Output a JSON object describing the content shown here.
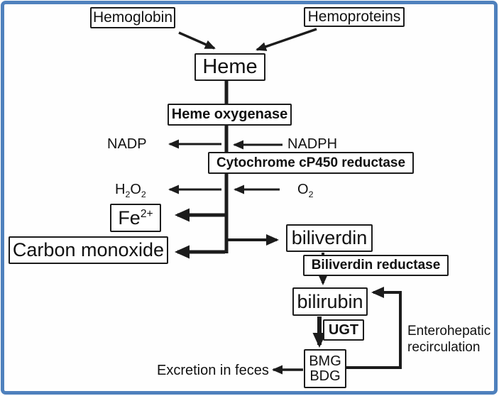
{
  "colors": {
    "frame_border": "#4f81bd",
    "box_border": "#1c1c1c",
    "ink": "#111111",
    "background": "#fefefe"
  },
  "nodes": {
    "hemoglobin": {
      "label": "Hemoglobin"
    },
    "hemoproteins": {
      "label": "Hemoproteins"
    },
    "heme": {
      "label": "Heme"
    },
    "heme_oxygenase": {
      "label": "Heme oxygenase"
    },
    "cytochrome_p450_reductase": {
      "label": "Cytochrome cP450 reductase"
    },
    "ferrous_iron": {
      "base": "Fe",
      "superscript": "2+"
    },
    "carbon_monoxide": {
      "label": "Carbon monoxide"
    },
    "biliverdin": {
      "label": "biliverdin"
    },
    "biliverdin_reductase": {
      "label": "Biliverdin reductase"
    },
    "bilirubin": {
      "label": "bilirubin"
    },
    "ugt": {
      "label": "UGT"
    },
    "bmg_bdg": {
      "line1": "BMG",
      "line2": "BDG"
    }
  },
  "labels": {
    "nadp": {
      "label": "NADP"
    },
    "nadph": {
      "label": "NADPH"
    },
    "hydrogen_peroxide": {
      "part1": "H",
      "sub1": "2",
      "part2": "O",
      "sub2": "2"
    },
    "oxygen": {
      "part1": "O",
      "sub1": "2"
    },
    "excretion_in_feces": {
      "label": "Excretion in feces"
    },
    "enterohepatic_recirculation": {
      "line1": "Enterohepatic",
      "line2": "recirculation"
    }
  }
}
